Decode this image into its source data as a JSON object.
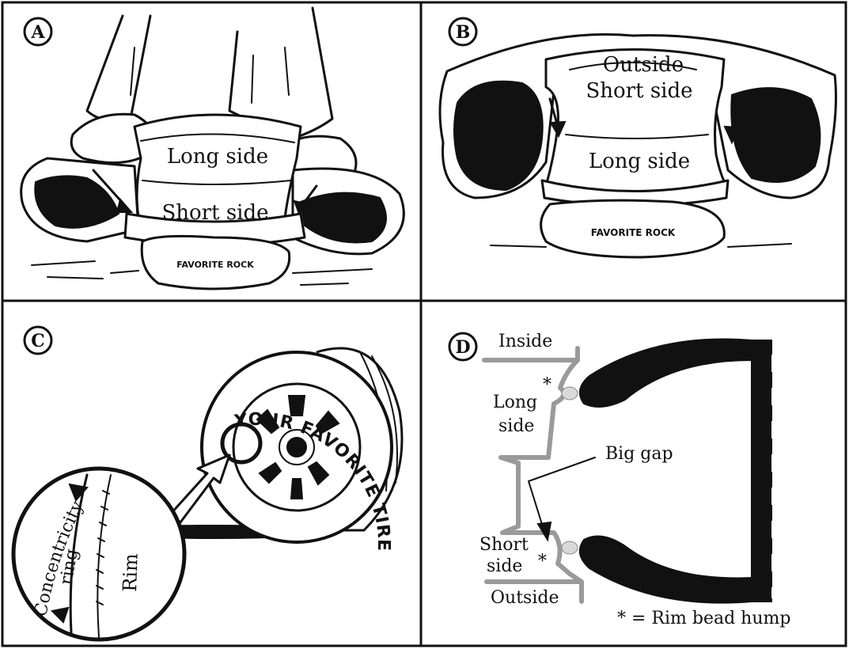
{
  "panels": {
    "a": {
      "letter": "A",
      "long_side": "Long side",
      "short_side": "Short side",
      "rock": "FAVORITE ROCK"
    },
    "b": {
      "letter": "B",
      "outside": "Outside",
      "short_side": "Short side",
      "long_side": "Long side",
      "rock": "FAVORITE ROCK"
    },
    "c": {
      "letter": "C",
      "tire_text": "YOUR FAVORITE TIRE",
      "ring_line1": "Concentricity",
      "ring_line2": "ring",
      "rim": "Rim"
    },
    "d": {
      "letter": "D",
      "inside": "Inside",
      "long_side_line1": "Long",
      "long_side_line2": "side",
      "big_gap": "Big gap",
      "short_side_line1": "Short",
      "short_side_line2": "side",
      "outside": "Outside",
      "asterisk": "*",
      "footnote": "* = Rim bead hump"
    }
  },
  "colors": {
    "ink": "#111111",
    "rim_gray": "#9a9a9a",
    "bead_fill": "#d9d9d9",
    "paper": "#ffffff"
  }
}
